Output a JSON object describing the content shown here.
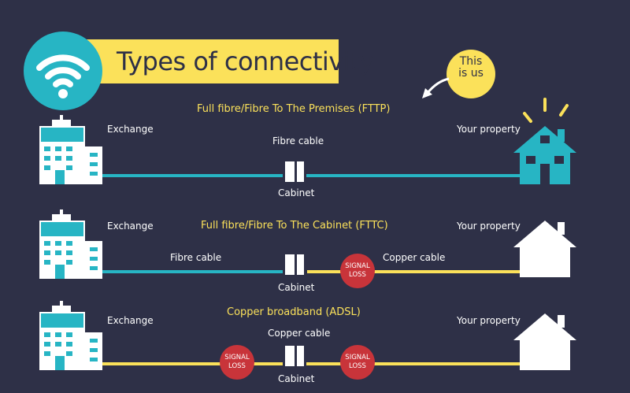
{
  "header": {
    "title": "Types of connectivity",
    "note_line1": "This",
    "note_line2": "is us"
  },
  "rows": [
    {
      "title": "Full fibre/Fibre To The Premises (FTTP)",
      "exchange": "Exchange",
      "property": "Your property",
      "cable_label": "Fibre cable",
      "cabinet": "Cabinet"
    },
    {
      "title": "Full fibre/Fibre To The Cabinet (FTTC)",
      "exchange": "Exchange",
      "property": "Your property",
      "cable_label_1": "Fibre cable",
      "cable_label_2": "Copper cable",
      "cabinet": "Cabinet",
      "loss": "SIGNAL LOSS"
    },
    {
      "title": "Copper broadband (ADSL)",
      "exchange": "Exchange",
      "property": "Your property",
      "cable_label": "Copper cable",
      "cabinet": "Cabinet",
      "loss_1": "SIGNAL LOSS",
      "loss_2": "SIGNAL LOSS"
    }
  ],
  "colors": {
    "background": "#2e3047",
    "teal": "#27b5c4",
    "yellow": "#fbe15a",
    "red": "#c8343a",
    "white": "#ffffff"
  }
}
